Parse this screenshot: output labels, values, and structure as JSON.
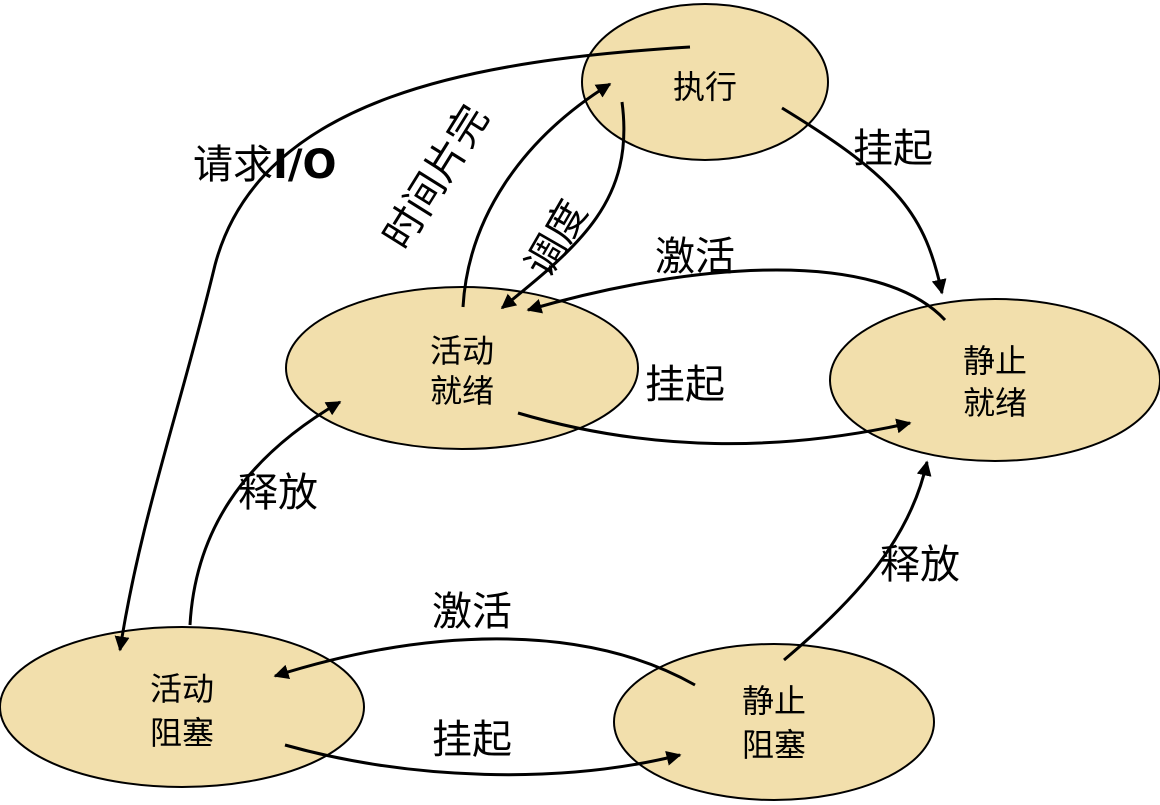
{
  "nodes": {
    "exec": "执行",
    "active_ready_l1": "活动",
    "active_ready_l2": "就绪",
    "static_ready_l1": "静止",
    "static_ready_l2": "就绪",
    "active_blocked_l1": "活动",
    "active_blocked_l2": "阻塞",
    "static_blocked_l1": "静止",
    "static_blocked_l2": "阻塞"
  },
  "edges": {
    "request_io_prefix": "请求",
    "request_io_suffix": "I/O",
    "timeslice_done": "时间片完",
    "dispatch": "调度",
    "suspend_exec": "挂起",
    "activate_ready": "激活",
    "suspend_ready": "挂起",
    "release_active": "释放",
    "release_static": "释放",
    "activate_blocked": "激活",
    "suspend_blocked": "挂起"
  }
}
